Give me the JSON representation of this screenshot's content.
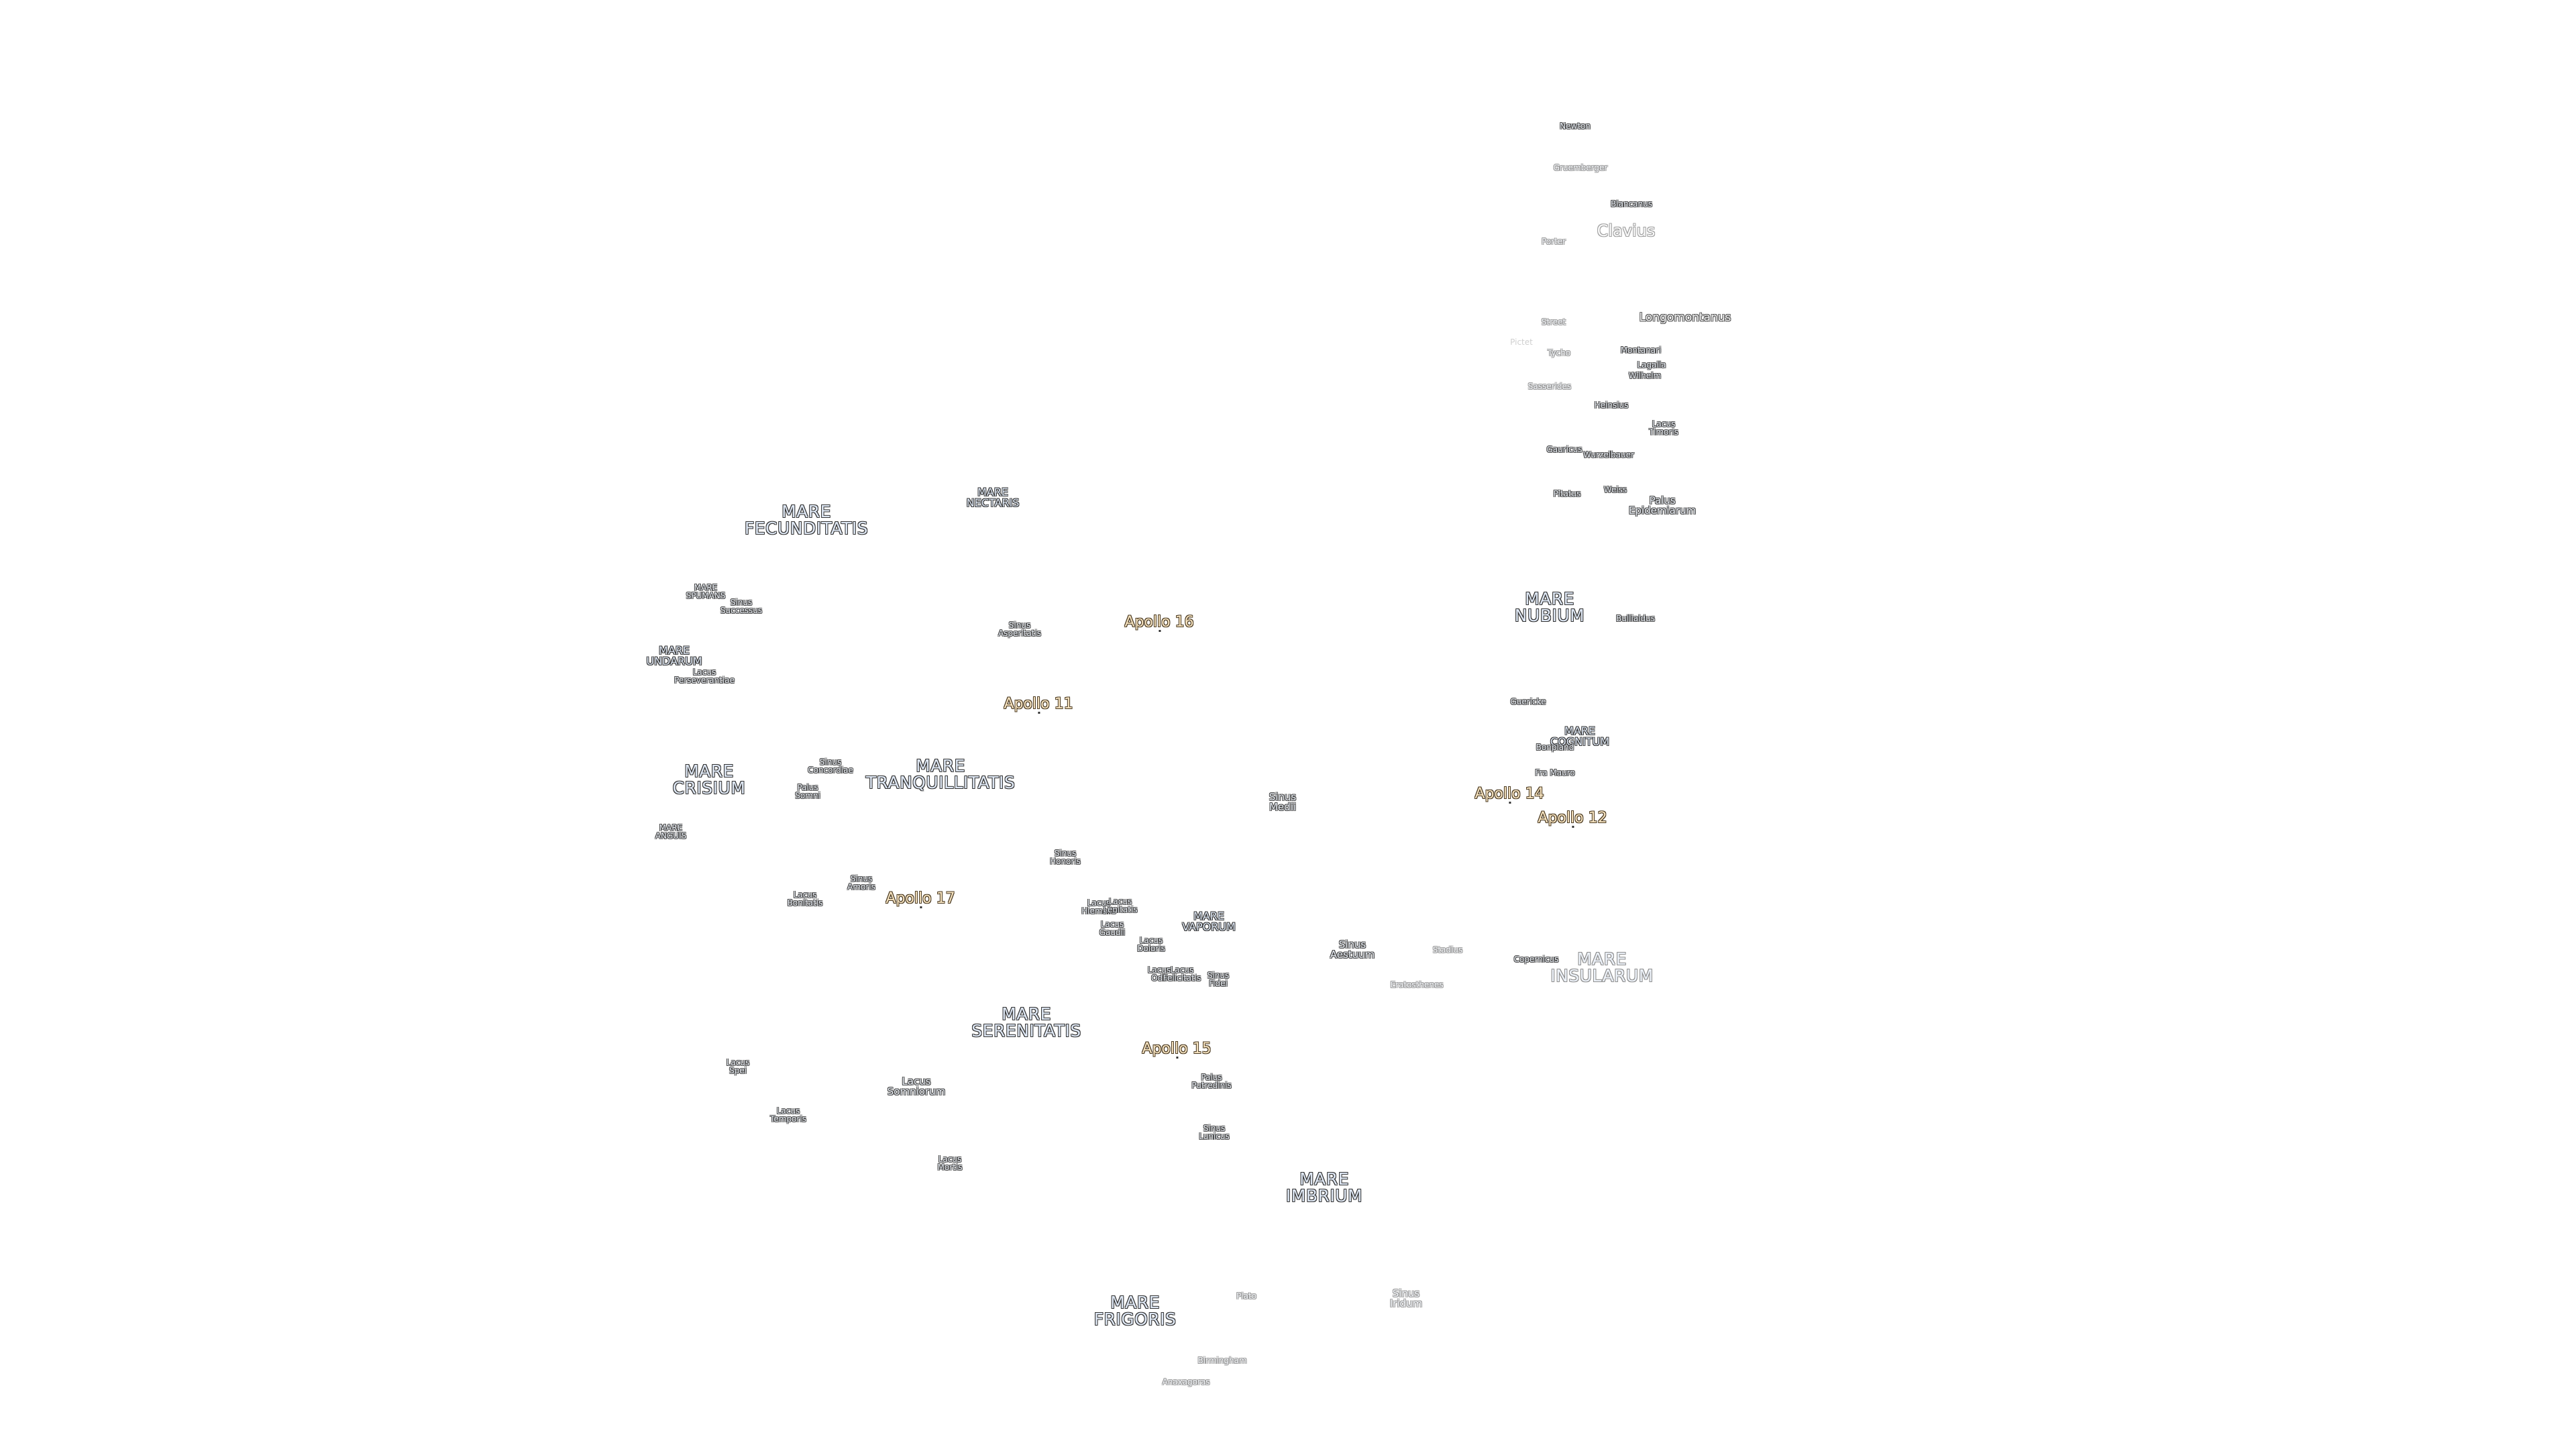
{
  "map": {
    "labels": [
      {
        "id": "mare-frigoris",
        "text": "MARE\nFRIGORIS",
        "kind": "mare"
      },
      {
        "id": "mare-imbrium",
        "text": "MARE\nIMBRIUM",
        "kind": "mare"
      },
      {
        "id": "mare-serenitatis",
        "text": "MARE\nSERENITATIS",
        "kind": "mare"
      },
      {
        "id": "mare-tranquillitatis",
        "text": "MARE\nTRANQUILLITATIS",
        "kind": "mare"
      },
      {
        "id": "mare-crisium",
        "text": "MARE\nCRISIUM",
        "kind": "mare"
      },
      {
        "id": "mare-fecunditatis",
        "text": "MARE\nFECUNDITATIS",
        "kind": "mare"
      },
      {
        "id": "mare-nectaris",
        "text": "MARE\nNECTARIS",
        "kind": "mare-sm"
      },
      {
        "id": "mare-nubium",
        "text": "MARE\nNUBIUM",
        "kind": "mare"
      },
      {
        "id": "mare-cognitum",
        "text": "MARE\nCOGNITUM",
        "kind": "mare-sm"
      },
      {
        "id": "mare-insularum",
        "text": "MARE\nINSULARUM",
        "kind": "mare",
        "faint": true
      },
      {
        "id": "mare-vaporum",
        "text": "MARE\nVAPORUM",
        "kind": "mare-sm"
      },
      {
        "id": "mare-spumans",
        "text": "MARE\nSPUMANS",
        "kind": "tiny"
      },
      {
        "id": "mare-undarum",
        "text": "MARE\nUNDARUM",
        "kind": "tiny"
      },
      {
        "id": "mare-anguis",
        "text": "MARE\nANGUIS",
        "kind": "tiny"
      },
      {
        "id": "lacus-somniorum",
        "text": "Lacus\nSomniorum",
        "kind": "feat"
      },
      {
        "id": "lacus-mortis",
        "text": "Lacus\nMortis",
        "kind": "tiny"
      },
      {
        "id": "lacus-temporis",
        "text": "Lacus\nTemporis",
        "kind": "tiny"
      },
      {
        "id": "lacus-spei",
        "text": "Lacus\nSpei",
        "kind": "tiny"
      },
      {
        "id": "lacus-bonitatis",
        "text": "Lacus\nBonitatis",
        "kind": "tiny"
      },
      {
        "id": "sinus-amoris",
        "text": "Sinus\nAmoris",
        "kind": "tiny"
      },
      {
        "id": "sinus-concordiae",
        "text": "Sinus\nConcordiae",
        "kind": "tiny"
      },
      {
        "id": "palus-somni",
        "text": "Palus\nSomni",
        "kind": "tiny"
      },
      {
        "id": "sinus-successus",
        "text": "Sinus\nSuccessus",
        "kind": "tiny"
      },
      {
        "id": "lacus-perseverantiae",
        "text": "Lacus\nPerseverantiae",
        "kind": "tiny"
      },
      {
        "id": "sinus-asperitatis",
        "text": "Sinus\nAsperitatis",
        "kind": "tiny"
      },
      {
        "id": "sinus-honoris",
        "text": "Sinus\nHonoris",
        "kind": "tiny"
      },
      {
        "id": "lacus-hiemalis",
        "text": "Lacus\nHiemalis",
        "kind": "tiny"
      },
      {
        "id": "lacus-lenitatis",
        "text": "Lacus\nLenitatis",
        "kind": "tiny"
      },
      {
        "id": "lacus-gaudii",
        "text": "Lacus\nGaudii",
        "kind": "tiny"
      },
      {
        "id": "lacus-doloris",
        "text": "Lacus\nDoloris",
        "kind": "tiny"
      },
      {
        "id": "lacus-odii",
        "text": "Lacus\nOdii",
        "kind": "tiny"
      },
      {
        "id": "lacus-felicitatis",
        "text": "Lacus\nFelicitatis",
        "kind": "tiny"
      },
      {
        "id": "sinus-fidei",
        "text": "Sinus\nFidei",
        "kind": "tiny"
      },
      {
        "id": "palus-putredinis",
        "text": "Palus\nPutredinis",
        "kind": "tiny"
      },
      {
        "id": "sinus-lunicus",
        "text": "Sinus\nLunicus",
        "kind": "tiny"
      },
      {
        "id": "sinus-medii",
        "text": "Sinus\nMedii",
        "kind": "feat"
      },
      {
        "id": "sinus-aestuum",
        "text": "Sinus\nAestuum",
        "kind": "feat"
      },
      {
        "id": "sinus-iridum",
        "text": "Sinus\nIridum",
        "kind": "feat",
        "faint": true
      },
      {
        "id": "palus-epidemiarum",
        "text": "Palus\nEpidemiarum",
        "kind": "feat"
      },
      {
        "id": "lacus-timoris",
        "text": "Lacus\nTimoris",
        "kind": "tiny"
      },
      {
        "id": "plato",
        "text": "Plato",
        "kind": "tiny",
        "faint": true
      },
      {
        "id": "birmingham",
        "text": "Birmingham",
        "kind": "tiny",
        "faint": true
      },
      {
        "id": "anaxagoras",
        "text": "Anaxagoras",
        "kind": "tiny",
        "faint": true
      },
      {
        "id": "copernicus",
        "text": "Copernicus",
        "kind": "tiny"
      },
      {
        "id": "eratosthenes",
        "text": "Eratosthenes",
        "kind": "tiny",
        "faint": true
      },
      {
        "id": "stadius",
        "text": "Stadius",
        "kind": "tiny",
        "faint": true
      },
      {
        "id": "fra-mauro",
        "text": "Fra Mauro",
        "kind": "tiny"
      },
      {
        "id": "guericke",
        "text": "Guericke",
        "kind": "tiny"
      },
      {
        "id": "bonpland",
        "text": "Bonpland",
        "kind": "tiny"
      },
      {
        "id": "bullialdus",
        "text": "Bullialdus",
        "kind": "tiny"
      },
      {
        "id": "pitatus",
        "text": "Pitatus",
        "kind": "tiny"
      },
      {
        "id": "weiss",
        "text": "Weiss",
        "kind": "tiny"
      },
      {
        "id": "gauricus",
        "text": "Gauricus",
        "kind": "tiny"
      },
      {
        "id": "wurzelbauer",
        "text": "Wurzelbauer",
        "kind": "tiny"
      },
      {
        "id": "heinsius",
        "text": "Heinsius",
        "kind": "tiny"
      },
      {
        "id": "sasserides",
        "text": "Sasserides",
        "kind": "tiny",
        "faint": true
      },
      {
        "id": "montanari",
        "text": "Montanari",
        "kind": "tiny"
      },
      {
        "id": "lagalla",
        "text": "Lagalla",
        "kind": "tiny"
      },
      {
        "id": "wilhelm",
        "text": "Wilhelm",
        "kind": "tiny"
      },
      {
        "id": "tycho",
        "text": "Tycho",
        "kind": "tiny",
        "faint": true
      },
      {
        "id": "street",
        "text": "Street",
        "kind": "tiny",
        "faint": true
      },
      {
        "id": "pictet",
        "text": "Pictet",
        "kind": "tiny",
        "faint": true
      },
      {
        "id": "longomontanus",
        "text": "Longomontanus",
        "kind": "crater"
      },
      {
        "id": "clavius",
        "text": "Clavius",
        "kind": "crater-lg",
        "faint": true
      },
      {
        "id": "porter",
        "text": "Porter",
        "kind": "tiny",
        "faint": true
      },
      {
        "id": "blancanus",
        "text": "Blancanus",
        "kind": "tiny"
      },
      {
        "id": "gruemberger",
        "text": "Gruemberger",
        "kind": "tiny",
        "faint": true
      },
      {
        "id": "newton",
        "text": "Newton",
        "kind": "tiny"
      },
      {
        "id": "apollo-11",
        "text": "Apollo 11",
        "kind": "apollo"
      },
      {
        "id": "apollo-12",
        "text": "Apollo 12",
        "kind": "apollo"
      },
      {
        "id": "apollo-14",
        "text": "Apollo 14",
        "kind": "apollo"
      },
      {
        "id": "apollo-15",
        "text": "Apollo 15",
        "kind": "apollo"
      },
      {
        "id": "apollo-16",
        "text": "Apollo 16",
        "kind": "apollo"
      },
      {
        "id": "apollo-17",
        "text": "Apollo 17",
        "kind": "apollo"
      }
    ]
  }
}
